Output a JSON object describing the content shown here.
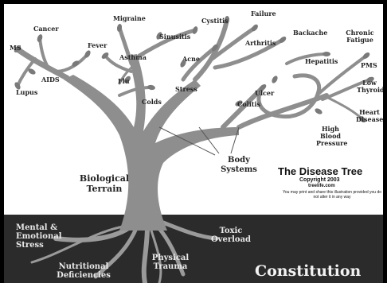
{
  "diagram": {
    "title": "The Disease Tree",
    "copyright": "Copyright 2003",
    "site": "tree­life.com",
    "note": "You may print and share this illustration provided you do not alter it in any way",
    "labels": {
      "ms": "MS",
      "cancer": "Cancer",
      "lupus": "Lupus",
      "aids": "AIDS",
      "fever": "Fever",
      "migraine": "Migraine",
      "asthma": "Asthma",
      "flu": "Flu",
      "colds": "Colds",
      "sinusitis": "Sinusitis",
      "acne": "Acne",
      "stress": "Stress",
      "cystitis": "Cystitis",
      "failure": "Failure",
      "arthritis": "Arthritis",
      "backache": "Backache",
      "ulcer": "Ulcer",
      "colitis": "Colitis",
      "hepatitis": "Hepatitis",
      "chronic_fatigue": "Chronic Fatigue",
      "pms": "PMS",
      "low_thyroid": "Low Thyroid",
      "heart_disease": "Heart Disease",
      "high_blood_pressure": "High Blood Pressure"
    },
    "trunk_labels": {
      "biological_terrain": "Biological Terrain",
      "body_systems": "Body Systems"
    },
    "root_labels": {
      "mental_emotional_stress": "Mental & Emotional Stress",
      "nutritional_deficiencies": "Nutritional Deficiencies",
      "physical_trauma": "Physical Trauma",
      "toxic_overload": "Toxic Overload"
    },
    "ground_label": "Constitution",
    "colors": {
      "tree": "#8e8e8e",
      "leaf": "#7a7a7a",
      "ground": "#2b2b2b",
      "roots": "#9a9a9a"
    }
  }
}
